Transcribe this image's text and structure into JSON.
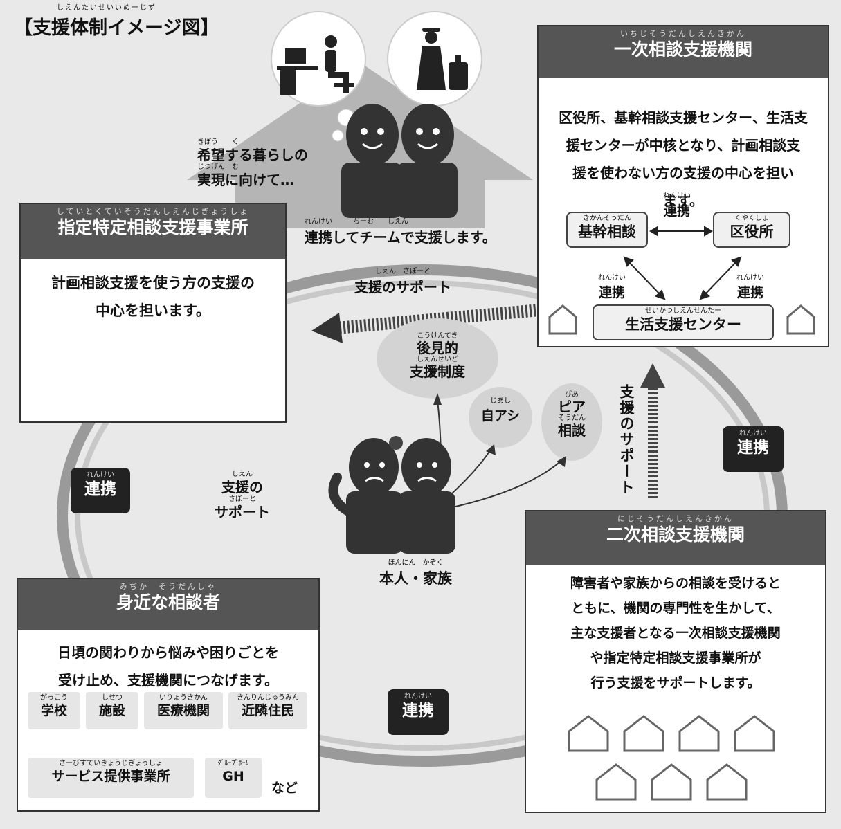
{
  "title": {
    "ruby": "しえんたいせいいめーじず",
    "text": "【支援体制イメージ図】"
  },
  "top": {
    "hope_ruby": "きぼう　　く",
    "hope_line1": "希望する暮らしの",
    "hope_ruby2": "じつげん　む",
    "hope_line2": "実現に向けて…",
    "team_ruby": "れんけい　　　ちーむ　　しえん",
    "team_text": "連携してチームで支援します。"
  },
  "primary": {
    "ruby": "いちじそうだんしえんきかん",
    "title": "一次相談支援機関",
    "lines": [
      "区役所、基幹相談支援センター、生活支",
      "援センターが中核となり、計画相談支",
      "援を使わない方の支援の中心を担い",
      "ます。"
    ],
    "kikan": {
      "ruby": "きかんそうだん",
      "label": "基幹相談"
    },
    "kuyakusho": {
      "ruby": "くやくしょ",
      "label": "区役所"
    },
    "seikatsu": {
      "ruby": "せいかつしえんせんたー",
      "label": "生活支援センター"
    },
    "renkei_ruby": "れんけい",
    "renkei": "連携"
  },
  "designated": {
    "ruby": "していとくていそうだんしえんじぎょうしょ",
    "title": "指定特定相談支援事業所",
    "lines": [
      "計画相談支援を使う方の支援の",
      "中心を担います。"
    ]
  },
  "secondary": {
    "ruby": "にじそうだんしえんきかん",
    "title": "二次相談支援機関",
    "lines": [
      "障害者や家族からの相談を受けると",
      "ともに、機関の専門性を生かして、",
      "主な支援者となる一次相談支援機関",
      "や指定特定相談支援事業所が",
      "行う支援をサポートします。"
    ]
  },
  "nearby": {
    "ruby": "みぢか　そうだんしゃ",
    "title": "身近な相談者",
    "lines": [
      "日頃の関わりから悩みや困りごとを",
      "受け止め、支援機関につなげます。"
    ],
    "chips": [
      {
        "ruby": "がっこう",
        "label": "学校"
      },
      {
        "ruby": "しせつ",
        "label": "施設"
      },
      {
        "ruby": "いりょうきかん",
        "label": "医療機関"
      },
      {
        "ruby": "きんりんじゅうみん",
        "label": "近隣住民"
      },
      {
        "ruby": "さーびすていきょうじぎょうしょ",
        "label": "サービス提供事業所"
      },
      {
        "ruby": "ｸﾞﾙｰﾌﾟﾎｰﾑ",
        "label": "GH"
      }
    ],
    "etc": "など"
  },
  "center": {
    "person_ruby": "ほんにん　かぞく",
    "person": "本人・家族",
    "kouken_ruby1": "こうけんてき",
    "kouken1": "後見的",
    "kouken_ruby2": "しえんせいど",
    "kouken2": "支援制度",
    "jiashi_ruby": "じあし",
    "jiashi": "自アシ",
    "peer_ruby": "ぴあ",
    "peer1": "ピア",
    "peer_ruby2": "そうだん",
    "peer2": "相談"
  },
  "support": {
    "ruby": "しえん　さぽーと",
    "label_top": "支援のサポート",
    "left_ruby": "しえん",
    "left1": "支援の",
    "left_ruby2": "さぽーと",
    "left2": "サポート",
    "vertical": "支援のサポート"
  },
  "renkei": {
    "ruby": "れんけい",
    "label": "連携"
  }
}
